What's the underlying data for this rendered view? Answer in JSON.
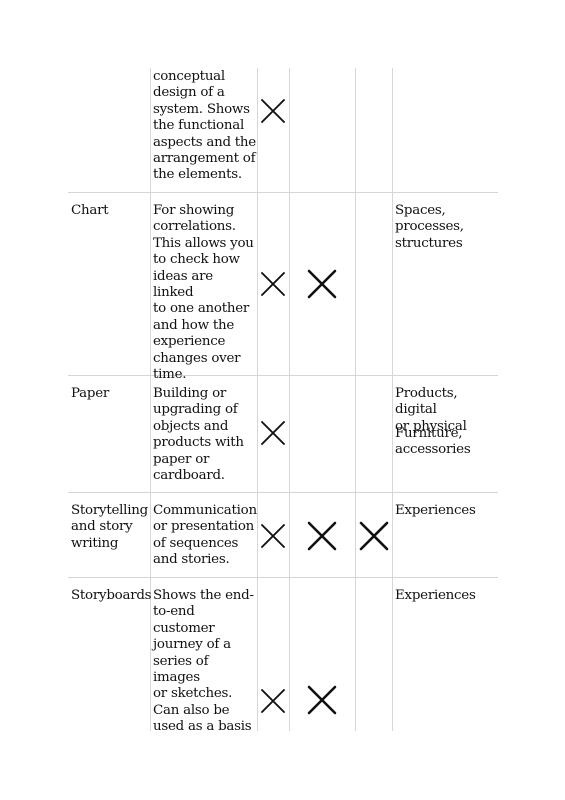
{
  "table": {
    "continued_row": {
      "description": "conceptual\ndesign of a\nsystem. Shows\nthe functional\naspects and the\narrangement of\nthe elements."
    },
    "rows": [
      {
        "method": "Chart",
        "description": "For showing\ncorrelations.\nThis allows you\nto check how\nideas are linked\nto one another\nand how the\nexperience\nchanges over\ntime.",
        "use_cases": [
          "Spaces, processes,\nstructures"
        ]
      },
      {
        "method": "Paper",
        "description": "Building or\nupgrading of\nobjects and\nproducts with\npaper or\ncardboard.",
        "use_cases": [
          "Products, digital\nor physical",
          "Furniture,\naccessories"
        ]
      },
      {
        "method": "Storytelling\nand story\nwriting",
        "description": "Communication\nor presentation\nof sequences\nand stories.",
        "use_cases": [
          "Experiences"
        ]
      },
      {
        "method": "Storyboards",
        "description": "Shows the end-\nto-end\ncustomer\njourney of a\nseries of images\nor sketches.\nCan also be\nused as a basis",
        "use_cases": [
          "Experiences"
        ]
      }
    ]
  },
  "marks": {
    "glyph": "x-mark",
    "rows": [
      {
        "row": "continued",
        "col1": true,
        "col2": false,
        "col3": false
      },
      {
        "row": "Chart",
        "col1": true,
        "col2": true,
        "col3": false
      },
      {
        "row": "Paper",
        "col1": true,
        "col2": false,
        "col3": false
      },
      {
        "row": "Storytelling and story writing",
        "col1": true,
        "col2": true,
        "col3": true
      },
      {
        "row": "Storyboards",
        "col1": true,
        "col2": true,
        "col3": false
      }
    ]
  },
  "colors": {
    "grid": "#d6d6d6",
    "text": "#111111",
    "mark": "#111111"
  }
}
